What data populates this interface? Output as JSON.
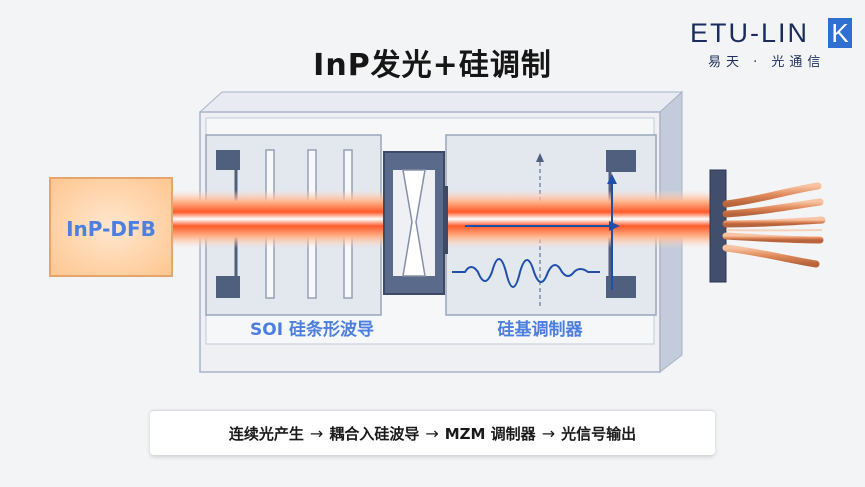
{
  "title": "InP发光+硅调制",
  "logo": {
    "wordmark": "ETU-LIN",
    "wordmark_tail": "K",
    "subtitle": "易天 · 光通信"
  },
  "labels": {
    "source": "InP-DFB",
    "waveguide": "SOI 硅条形波导",
    "modulator": "硅基调制器"
  },
  "flow": {
    "steps": [
      "连续光产生",
      "耦合入硅波导",
      "MZM 调制器",
      "光信号输出"
    ],
    "arrow": "→"
  },
  "colors": {
    "beam": "#ff5a2a",
    "accent": "#2f6fd1",
    "label_blue": "#4d7fe0",
    "chip_frame": "#8d9bb8",
    "block": "#4f5f7e",
    "fiber": "#e0895a"
  }
}
